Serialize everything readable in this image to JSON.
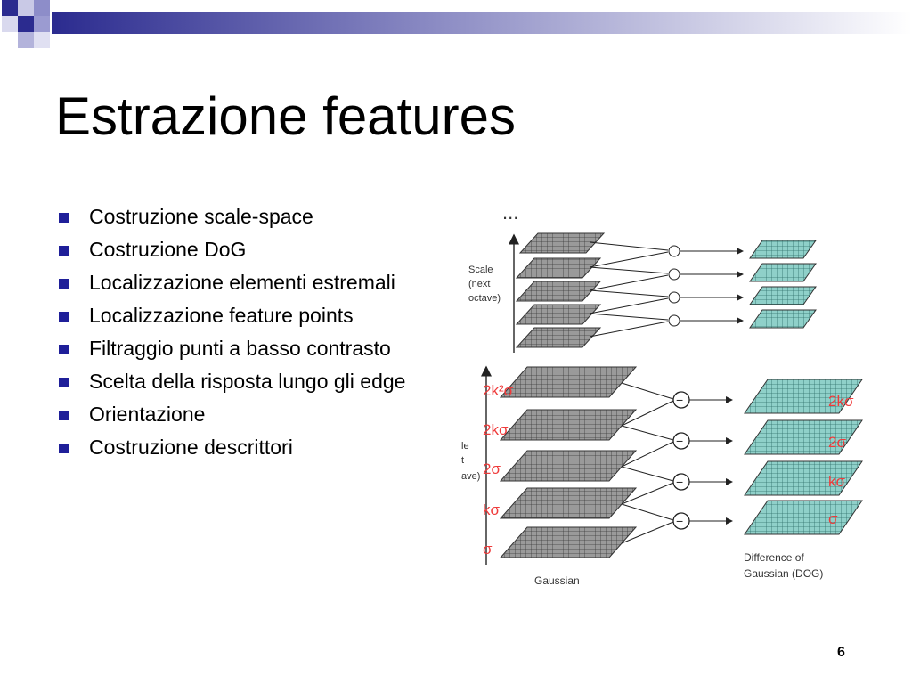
{
  "slide": {
    "title": "Estrazione features",
    "bullets": [
      "Costruzione scale-space",
      "Costruzione DoG",
      "Localizzazione elementi estremali",
      "Localizzazione feature points",
      "Filtraggio punti a basso contrasto",
      "Scelta della risposta lungo gli edge",
      "Orientazione",
      "Costruzione descrittori"
    ],
    "page_number": "6"
  },
  "figure": {
    "ellipsis": "...",
    "scale_next_octave": [
      "Scale",
      "(next",
      "octave)"
    ],
    "first_octave_fragments": [
      "le",
      "t",
      "ave)"
    ],
    "gaussian_scale_labels": [
      "2k²σ",
      "2kσ",
      "2σ",
      "kσ",
      "σ"
    ],
    "dog_scale_labels": [
      "2kσ",
      "2σ",
      "kσ",
      "σ"
    ],
    "gaussian_label": "Gaussian",
    "dog_label": [
      "Difference of",
      "Gaussian (DOG)"
    ],
    "minus_symbol": "−"
  },
  "colors": {
    "bullet_square": "#1f1f99",
    "scale_label_red": "#ef3a3a",
    "gaussian_layer_fill": "#9a9a9a",
    "dog_layer_fill": "#8fd0c9",
    "deco_blue": "#2b2b8f"
  }
}
